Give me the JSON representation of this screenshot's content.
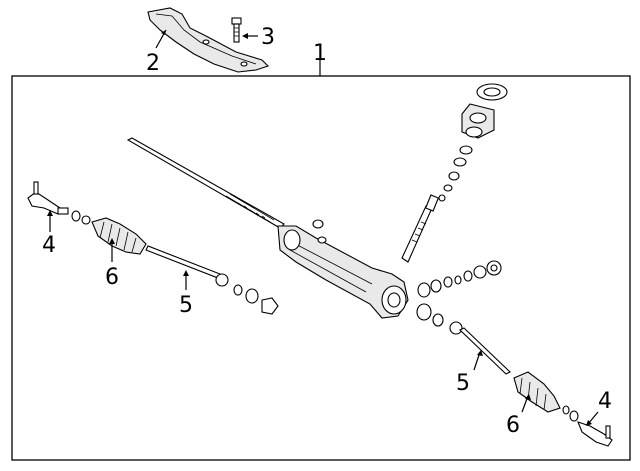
{
  "callouts": {
    "c1": "1",
    "c2": "2",
    "c3": "3",
    "c4_left": "4",
    "c6_left": "6",
    "c5_left": "5",
    "c5_right": "5",
    "c6_right": "6",
    "c4_right": "4"
  }
}
